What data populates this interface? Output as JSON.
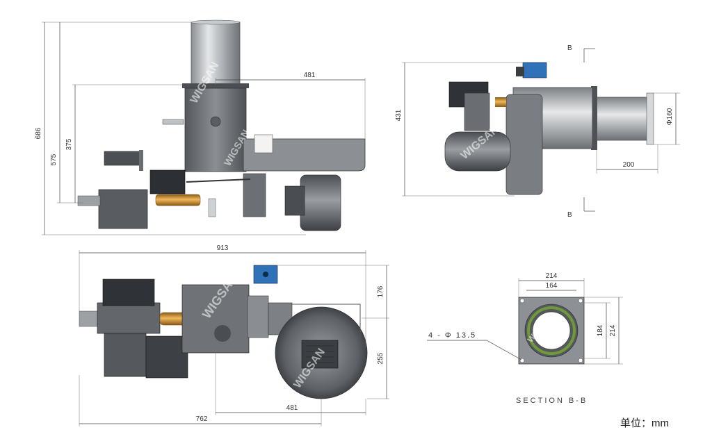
{
  "dims": {
    "front_overall_height": "686",
    "front_mount_height": "575",
    "front_axis_height": "375",
    "front_width": "481",
    "side_height": "431",
    "side_tube_diameter": "Φ160",
    "side_tube_length": "200",
    "top_overall_width": "913",
    "top_side_offset": "176",
    "top_depth": "255",
    "top_blower_width": "481",
    "top_base_width": "762",
    "flange_outer": "214",
    "flange_inner": "164",
    "flange_inner_v": "184",
    "flange_outer_v": "214",
    "holes": "4 - Φ 13.5"
  },
  "section": {
    "marker_top": "B",
    "marker_bottom": "B",
    "label": "SECTION B-B"
  },
  "unit_label": "单位：mm",
  "colors": {
    "body": "#6d7176",
    "body_dark": "#3f4347",
    "steel": "#b9bdc1",
    "brass": "#c98a2c",
    "blue": "#2f72b8",
    "green": "#6f9a3a"
  }
}
